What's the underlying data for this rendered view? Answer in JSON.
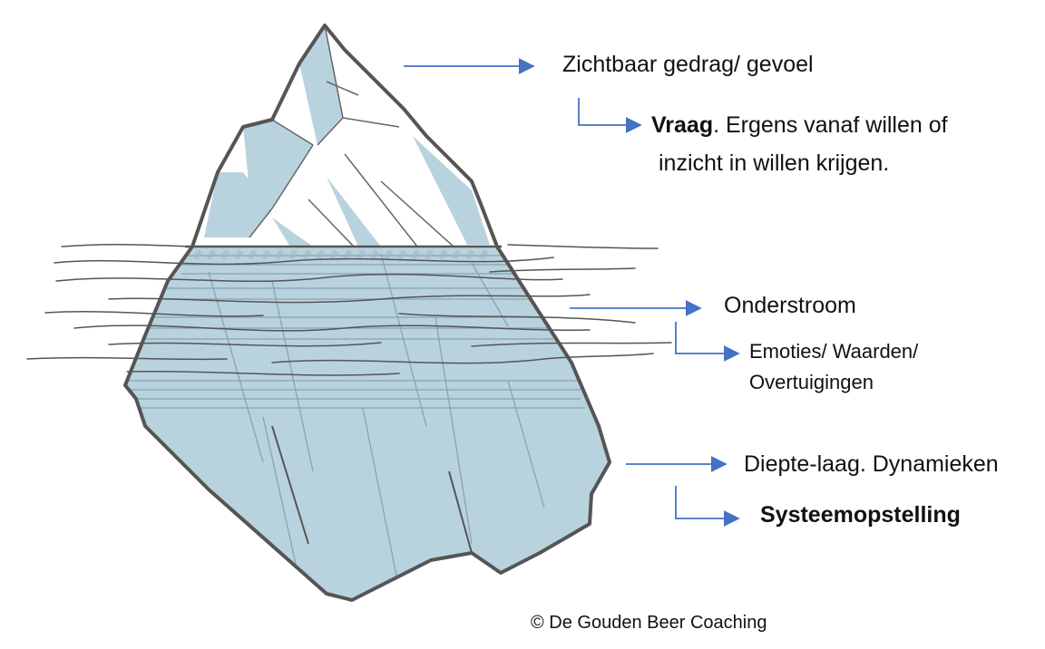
{
  "labels": {
    "zichtbaar": "Zichtbaar gedrag/ gevoel",
    "vraag_bold": "Vraag",
    "vraag_rest": ". Ergens vanaf willen of",
    "vraag_line2": "inzicht in willen krijgen.",
    "onderstroom": "Onderstroom",
    "emoties_line1": "Emoties/ Waarden/",
    "emoties_line2": "Overtuigingen",
    "diepte": "Diepte-laag. Dynamieken",
    "systeem": "Systeemopstelling",
    "copyright": "© De Gouden Beer Coaching"
  },
  "colors": {
    "ice": "#b9d3de",
    "outline": "#555555",
    "arrow": "#4472c4",
    "text": "#111111"
  }
}
